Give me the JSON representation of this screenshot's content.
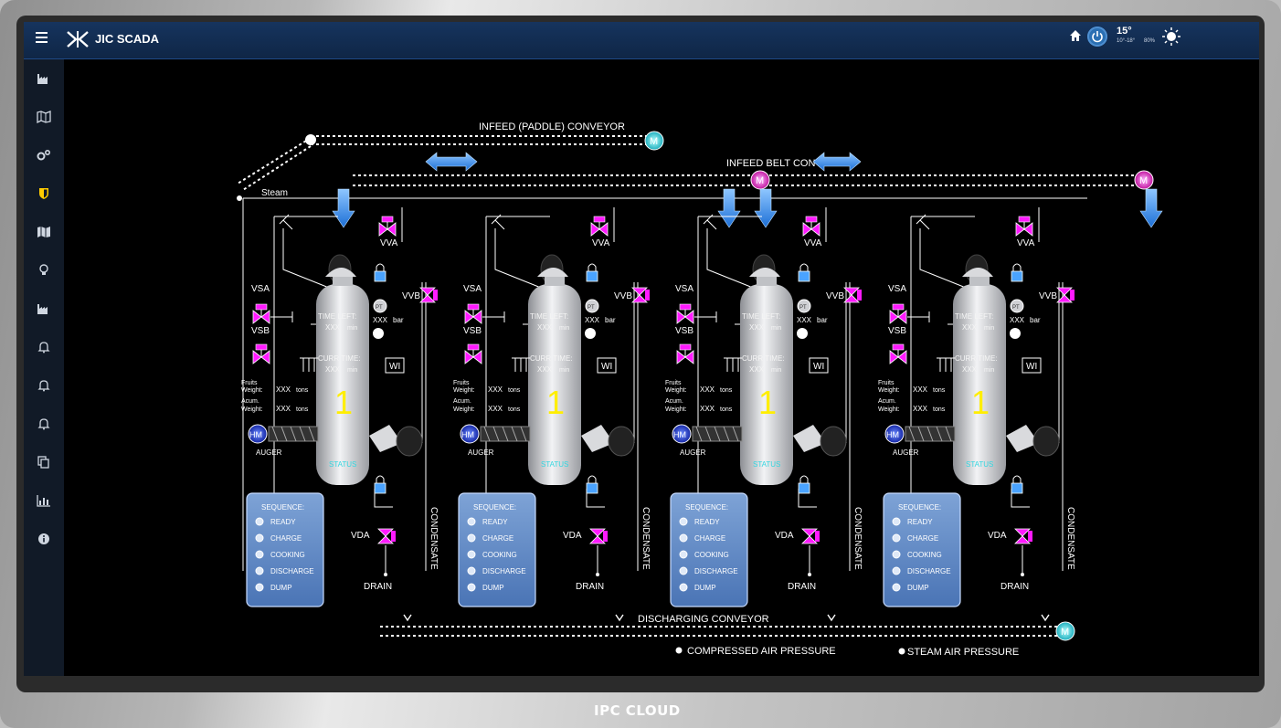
{
  "app": {
    "title": "JIC SCADA",
    "footer_brand": "IPC CLOUD"
  },
  "weather": {
    "temp": "15°",
    "range": "10°-18°",
    "humidity": "80%"
  },
  "sidebar": {
    "items": [
      {
        "name": "factory-icon"
      },
      {
        "name": "map-icon"
      },
      {
        "name": "gears-icon"
      },
      {
        "name": "shield-icon"
      },
      {
        "name": "map-folded-icon"
      },
      {
        "name": "lightbulb-icon"
      },
      {
        "name": "factory-icon-2"
      },
      {
        "name": "bell-icon"
      },
      {
        "name": "bell-icon-2"
      },
      {
        "name": "bell-icon-3"
      },
      {
        "name": "copy-icon"
      },
      {
        "name": "bar-chart-icon"
      },
      {
        "name": "info-icon"
      }
    ]
  },
  "process": {
    "infeed_paddle": "INFEED (PADDLE) CONVEYOR",
    "infeed_belt": "INFEED BELT CONVEYOR",
    "steam": "Steam",
    "discharging": "DISCHARGING CONVEYOR",
    "compressed_air": "COMPRESSED AIR PRESSURE",
    "steam_air": "STEAM AIR PRESSURE",
    "motor": "M",
    "units": [
      {
        "number": "1"
      },
      {
        "number": "1"
      },
      {
        "number": "1"
      },
      {
        "number": "1"
      }
    ],
    "unit_labels": {
      "vva": "VVA",
      "vvb": "VVB",
      "vsa": "VSA",
      "vsb": "VSB",
      "vda": "VDA",
      "drain": "DRAIN",
      "condensate": "CONDENSATE",
      "time_left": "TIME LEFT:",
      "curr_time": "CURR TIME:",
      "xxx": "XXX",
      "min": "min",
      "bar": "bar",
      "pt": "PT",
      "wi": "WI",
      "status": "STATUS",
      "auger": "AUGER",
      "hm": "HM",
      "fruits": "Fruits",
      "weight": "Weight:",
      "acum": "Acum.",
      "tons": "tons"
    },
    "sequence": {
      "title": "SEQUENCE:",
      "steps": [
        "READY",
        "CHARGE",
        "COOKING",
        "DISCHARGE",
        "DUMP"
      ]
    }
  }
}
